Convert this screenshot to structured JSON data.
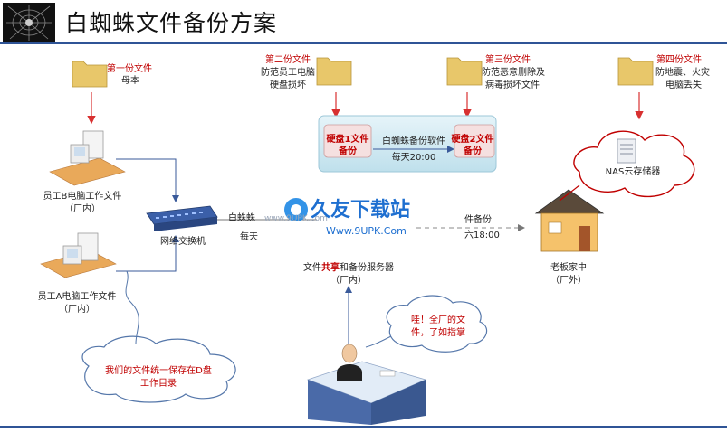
{
  "title": "白蜘蛛文件备份方案",
  "colors": {
    "accent": "#2f5496",
    "arrow_red": "#d83030",
    "arrow_blue": "#3a5a9a",
    "text_red": "#c00000",
    "folder": "#e8c76a",
    "cloud_border": "#c00000",
    "backup_box": "#d7eef6"
  },
  "copies": {
    "first": {
      "label": "第一份文件",
      "sub": "母本"
    },
    "second": {
      "label": "第二份文件",
      "sub1": "防范员工电脑",
      "sub2": "硬盘损坏"
    },
    "third": {
      "label": "第三份文件",
      "sub1": "防范恶意删除及",
      "sub2": "病毒损坏文件"
    },
    "fourth": {
      "label": "第四份文件",
      "sub1": "防地震、火灾",
      "sub2": "电脑丢失"
    }
  },
  "backup_box": {
    "disk1": "硬盘1文件备份",
    "disk2": "硬盘2文件备份",
    "software": "白蜘蛛备份软件",
    "schedule": "每天20:00"
  },
  "nodes": {
    "employee_b": {
      "line1": "员工B电脑工作文件",
      "line2": "（厂内）"
    },
    "employee_a": {
      "line1": "员工A电脑工作文件",
      "line2": "（厂内）"
    },
    "switch": "网络交换机",
    "server": {
      "pre": "文件",
      "highlight": "共享",
      "post": "和备份服务器",
      "line2": "（厂内）"
    },
    "boss": {
      "line1": "老板家中",
      "line2": "（厂外）"
    },
    "nas": "NAS云存储器"
  },
  "links": {
    "left_label1": "白蛛蛛",
    "left_label2": "每天",
    "right_label1": "件备份",
    "right_label2": "六18:00"
  },
  "watermark": {
    "site": "www.9UPK.com",
    "brand": "久友下载站",
    "url": "Www.9UPK.Com"
  },
  "bubbles": {
    "employee": {
      "line1": "我们的文件统一保存在D盘",
      "line2": "工作目录"
    },
    "manager": {
      "line1": "哇！全厂的文",
      "line2": "件，了如指掌"
    }
  },
  "icons": [
    "folder-icon",
    "computer-icon",
    "switch-icon",
    "house-icon",
    "nas-icon",
    "manager-icon",
    "logo-icon"
  ]
}
